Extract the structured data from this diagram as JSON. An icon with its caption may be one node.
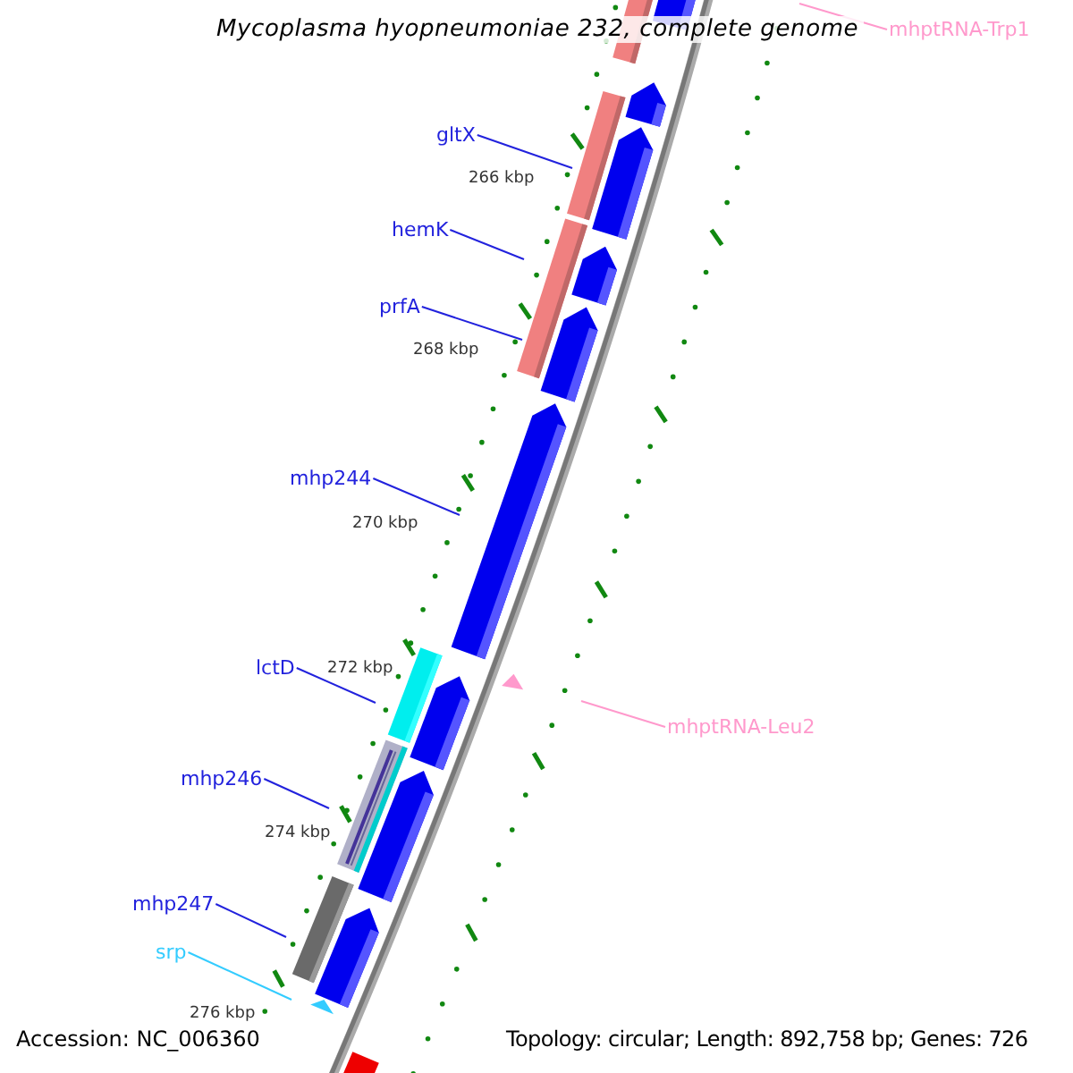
{
  "diagram": {
    "title": "Mycoplasma hyopneumoniae 232, complete genome",
    "nodes": [
      {
        "text": [
          "mhptRNA-Trp1"
        ]
      },
      {
        "text": [
          "gltX"
        ]
      },
      {
        "text": [
          "hemK"
        ]
      },
      {
        "text": [
          "prfA"
        ]
      },
      {
        "text": [
          "mhp244"
        ]
      },
      {
        "text": [
          "lctD"
        ]
      },
      {
        "text": [
          "mhptRNA-Leu2"
        ]
      },
      {
        "text": [
          "mhp246"
        ]
      },
      {
        "text": [
          "mhp247"
        ]
      },
      {
        "text": [
          "srp"
        ]
      }
    ],
    "edges": [
      {
        "from": 0,
        "to": null,
        "arrow": "none",
        "color": "#ff99cc"
      },
      {
        "from": 1,
        "to": null,
        "arrow": "none"
      },
      {
        "from": 2,
        "to": null,
        "arrow": "none"
      },
      {
        "from": 3,
        "to": null,
        "arrow": "none"
      },
      {
        "from": 4,
        "to": null,
        "arrow": "none"
      },
      {
        "from": 5,
        "to": null,
        "arrow": "none"
      },
      {
        "from": 6,
        "to": null,
        "arrow": "none",
        "color": "#ff99cc"
      },
      {
        "from": 7,
        "to": null,
        "arrow": "none"
      },
      {
        "from": 8,
        "to": null,
        "arrow": "none"
      },
      {
        "from": 9,
        "to": null,
        "arrow": "none",
        "color": "#33ccff"
      }
    ],
    "labels": [
      "266 kbp",
      "268 kbp",
      "270 kbp",
      "272 kbp",
      "274 kbp",
      "276 kbp",
      "Accession: NC_006360",
      "Topology: circular; Length: 892,758 bp; Genes: 726"
    ]
  }
}
